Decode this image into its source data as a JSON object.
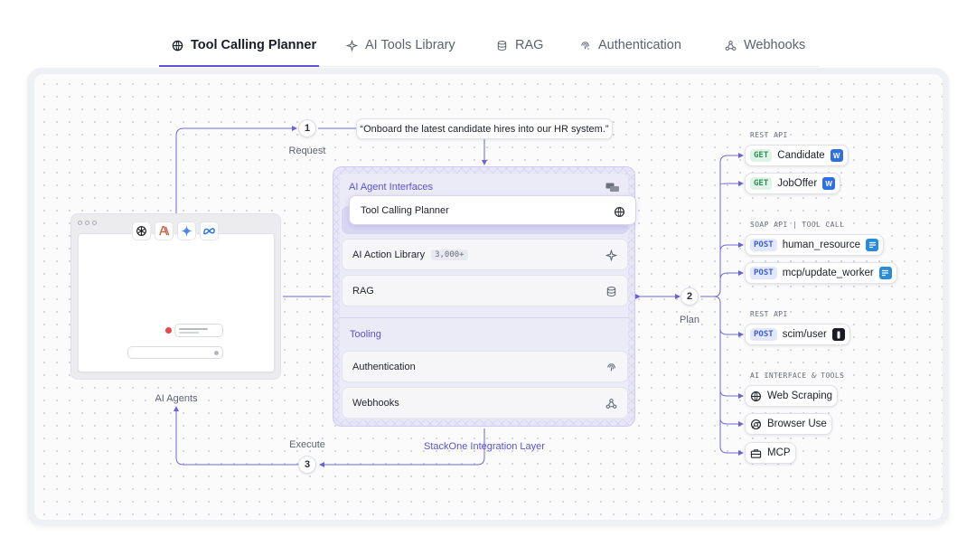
{
  "tabs": [
    {
      "label": "Tool Calling Planner",
      "icon": "globe-icon",
      "active": true
    },
    {
      "label": "AI Tools Library",
      "icon": "sparkle-icon",
      "active": false
    },
    {
      "label": "RAG",
      "icon": "database-icon",
      "active": false
    },
    {
      "label": "Authentication",
      "icon": "fingerprint-icon",
      "active": false
    },
    {
      "label": "Webhooks",
      "icon": "webhook-icon",
      "active": false
    }
  ],
  "flow": {
    "request": {
      "step": "1",
      "label": "Request"
    },
    "plan": {
      "step": "2",
      "label": "Plan"
    },
    "execute": {
      "step": "3",
      "label": "Execute"
    },
    "prompt": "“Onboard the latest candidate hires into our HR system.”"
  },
  "agents": {
    "label": "AI Agents",
    "logos": [
      "openai-icon",
      "anthropic-icon",
      "gemini-icon",
      "meta-icon"
    ]
  },
  "hub": {
    "interfaces_title": "AI Agent Interfaces",
    "selected_item": "Tool Calling Planner",
    "library_label": "AI Action Library",
    "library_count": "3,000+",
    "rag_label": "RAG",
    "tooling_title": "Tooling",
    "auth_label": "Authentication",
    "webhooks_label": "Webhooks",
    "layer_label": "StackOne Integration Layer"
  },
  "integrations": {
    "rest_api_1": "REST API",
    "soap_api": "SOAP API | TOOL CALL",
    "rest_api_2": "REST API",
    "ai_tools": "AI INTERFACE & TOOLS",
    "candidate": {
      "method": "GET",
      "name": "Candidate",
      "app_icon": "W"
    },
    "joboffer": {
      "method": "GET",
      "name": "JobOffer",
      "app_icon": "W"
    },
    "human_resource": {
      "method": "POST",
      "name": "human_resource"
    },
    "update_worker": {
      "method": "POST",
      "name": "mcp/update_worker"
    },
    "scim_user": {
      "method": "POST",
      "name": "scim/user"
    },
    "web_scraping": "Web Scraping",
    "browser_use": "Browser Use",
    "mcp": "MCP"
  },
  "colors": {
    "accent": "#5b55d6",
    "hub_bg": "#e8e6f6",
    "get": "#2f8d58",
    "post": "#3f5ed2"
  }
}
